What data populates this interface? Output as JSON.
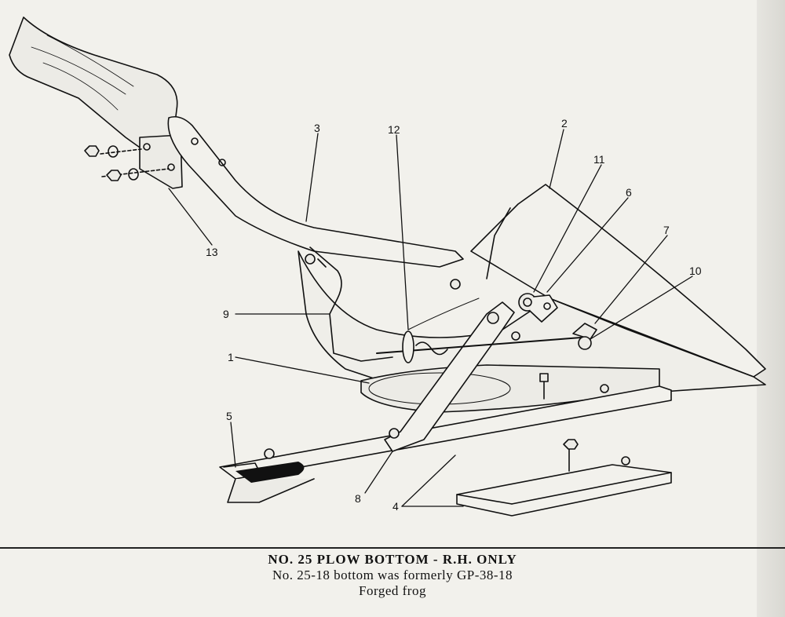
{
  "callouts": {
    "c1": "1",
    "c2": "2",
    "c3": "3",
    "c4": "4",
    "c5": "5",
    "c6": "6",
    "c7": "7",
    "c8": "8",
    "c9": "9",
    "c10": "10",
    "c11": "11",
    "c12": "12",
    "c13": "13"
  },
  "caption": {
    "title": "NO. 25 PLOW BOTTOM - R.H. ONLY",
    "line2": "No. 25-18 bottom was formerly GP-38-18",
    "line3": "Forged frog"
  }
}
